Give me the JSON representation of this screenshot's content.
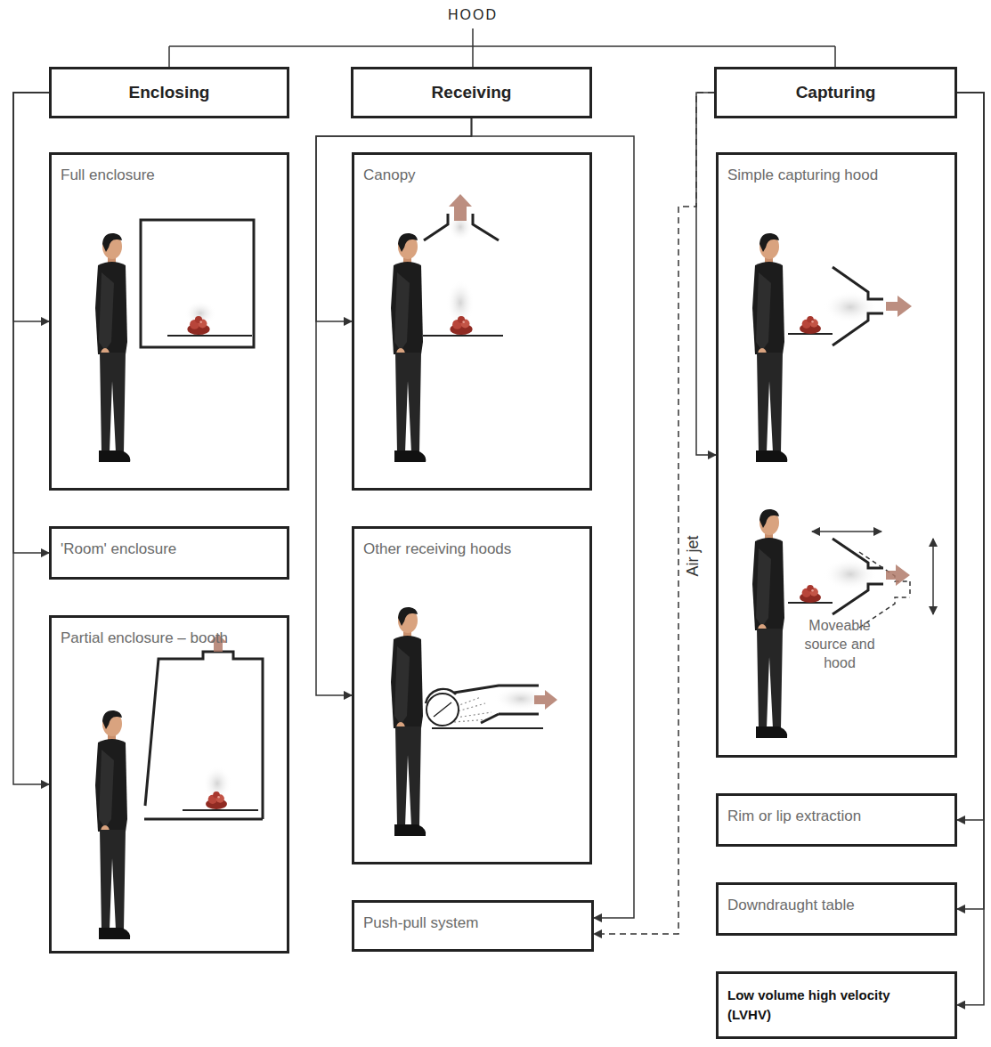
{
  "diagram": {
    "title": "HOOD",
    "nodes": [
      {
        "text": [
          "Enclosing"
        ]
      },
      {
        "text": [
          "Receiving"
        ]
      },
      {
        "text": [
          "Capturing"
        ]
      },
      {
        "text": [
          "Full enclosure"
        ]
      },
      {
        "text": [
          "'Room' enclosure"
        ]
      },
      {
        "text": [
          "Partial enclosure – booth"
        ]
      },
      {
        "text": [
          "Canopy"
        ]
      },
      {
        "text": [
          "Other receiving hoods"
        ]
      },
      {
        "text": [
          "Push-pull system"
        ]
      },
      {
        "text": [
          "Simple capturing hood"
        ]
      },
      {
        "text": [
          "Rim or lip extraction"
        ]
      },
      {
        "text": [
          "Downdraught table"
        ]
      },
      {
        "text": [
          "Low volume high velocity (LVHV)"
        ]
      }
    ],
    "edges": [
      {
        "from": 0,
        "to": 3,
        "arrow": "to"
      },
      {
        "from": 0,
        "to": 4,
        "arrow": "to"
      },
      {
        "from": 0,
        "to": 5,
        "arrow": "to"
      },
      {
        "from": 1,
        "to": 6,
        "arrow": "to"
      },
      {
        "from": 1,
        "to": 7,
        "arrow": "to"
      },
      {
        "from": 1,
        "to": 8,
        "arrow": "to"
      },
      {
        "from": 2,
        "to": 9,
        "arrow": "to"
      },
      {
        "from": 2,
        "to": 10,
        "arrow": "to"
      },
      {
        "from": 2,
        "to": 11,
        "arrow": "to"
      },
      {
        "from": 2,
        "to": 12,
        "arrow": "to"
      },
      {
        "from": 2,
        "to": 8,
        "label": "Air jet",
        "arrow": "to"
      }
    ],
    "labels": [
      "Moveable source and hood"
    ]
  }
}
